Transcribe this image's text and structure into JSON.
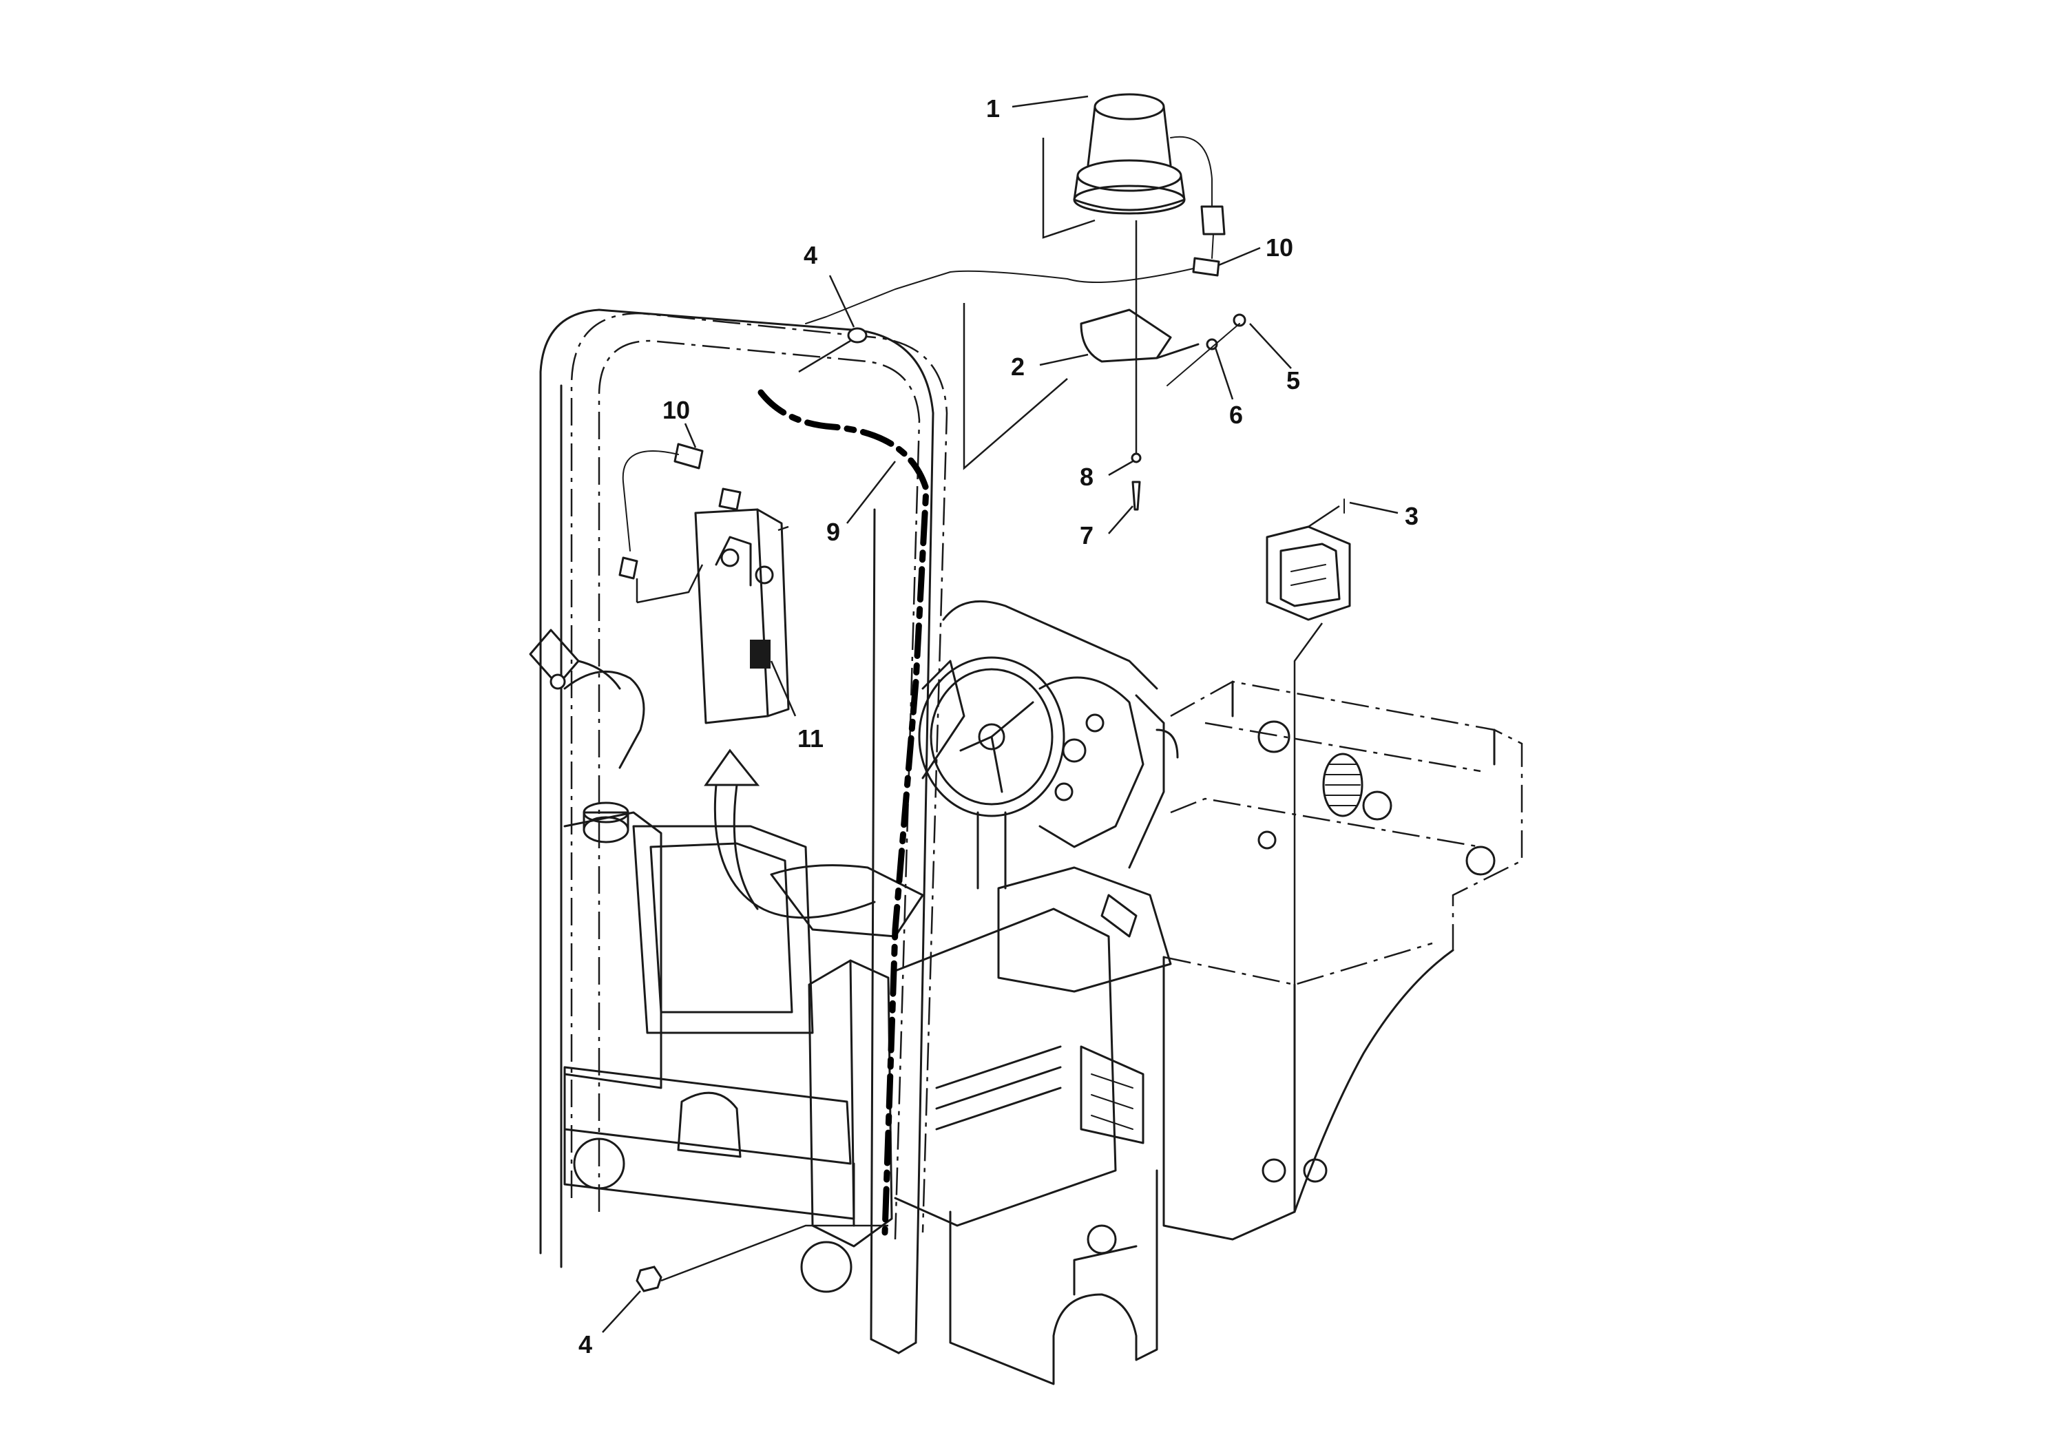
{
  "diagram": {
    "callouts": [
      {
        "id": "c1",
        "label": "1"
      },
      {
        "id": "c2",
        "label": "2"
      },
      {
        "id": "c3",
        "label": "3"
      },
      {
        "id": "c4a",
        "label": "4"
      },
      {
        "id": "c4b",
        "label": "4"
      },
      {
        "id": "c5",
        "label": "5"
      },
      {
        "id": "c6",
        "label": "6"
      },
      {
        "id": "c7",
        "label": "7"
      },
      {
        "id": "c8",
        "label": "8"
      },
      {
        "id": "c9",
        "label": "9"
      },
      {
        "id": "c10a",
        "label": "10"
      },
      {
        "id": "c10b",
        "label": "10"
      },
      {
        "id": "c11",
        "label": "11"
      }
    ]
  }
}
